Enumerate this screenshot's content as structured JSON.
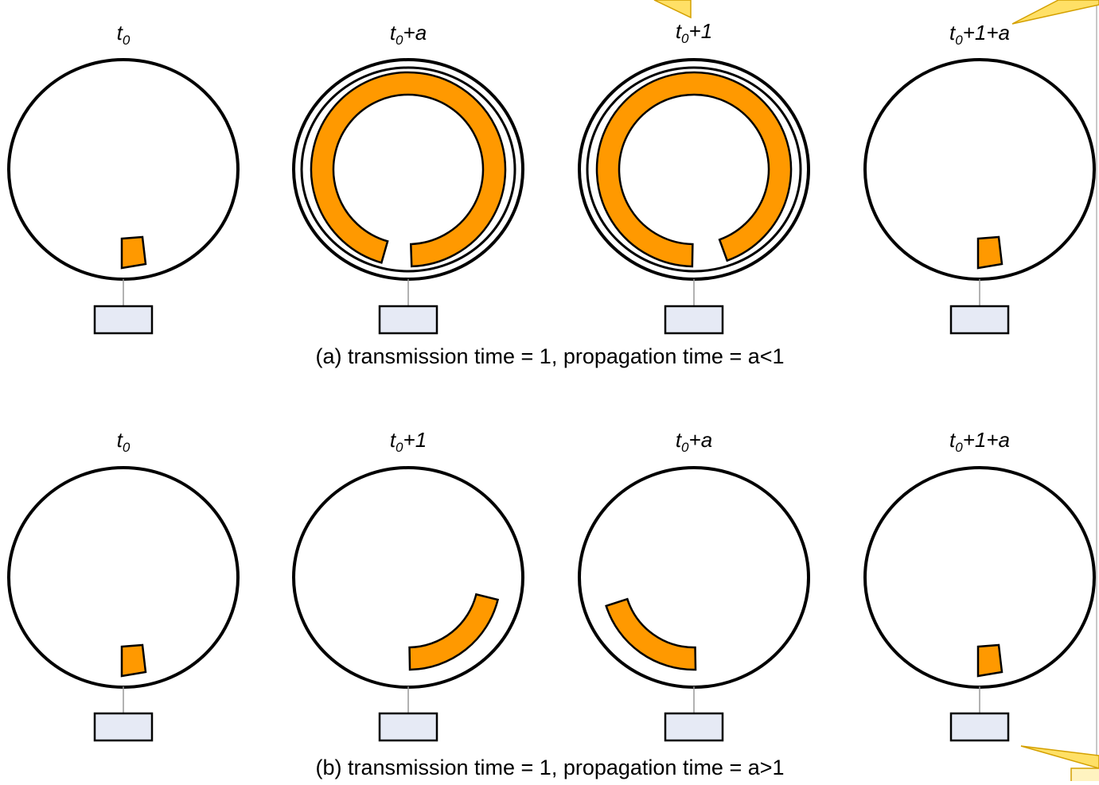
{
  "row_a": {
    "caption": "(a) transmission time = 1, propagation time = a<1",
    "panels": [
      {
        "base": "t",
        "sub": "0",
        "suffix": ""
      },
      {
        "base": "t",
        "sub": "0",
        "suffix": "+a"
      },
      {
        "base": "t",
        "sub": "0",
        "suffix": "+1"
      },
      {
        "base": "t",
        "sub": "0",
        "suffix": "+1+a"
      }
    ]
  },
  "row_b": {
    "caption": "(b) transmission time = 1, propagation time = a>1",
    "panels": [
      {
        "base": "t",
        "sub": "0",
        "suffix": ""
      },
      {
        "base": "t",
        "sub": "0",
        "suffix": "+1"
      },
      {
        "base": "t",
        "sub": "0",
        "suffix": "+a"
      },
      {
        "base": "t",
        "sub": "0",
        "suffix": "+1+a"
      }
    ]
  },
  "colors": {
    "signal": "#FF9900",
    "station": "#E6EAF5",
    "ring": "#000000",
    "callout": "#FFE066"
  }
}
